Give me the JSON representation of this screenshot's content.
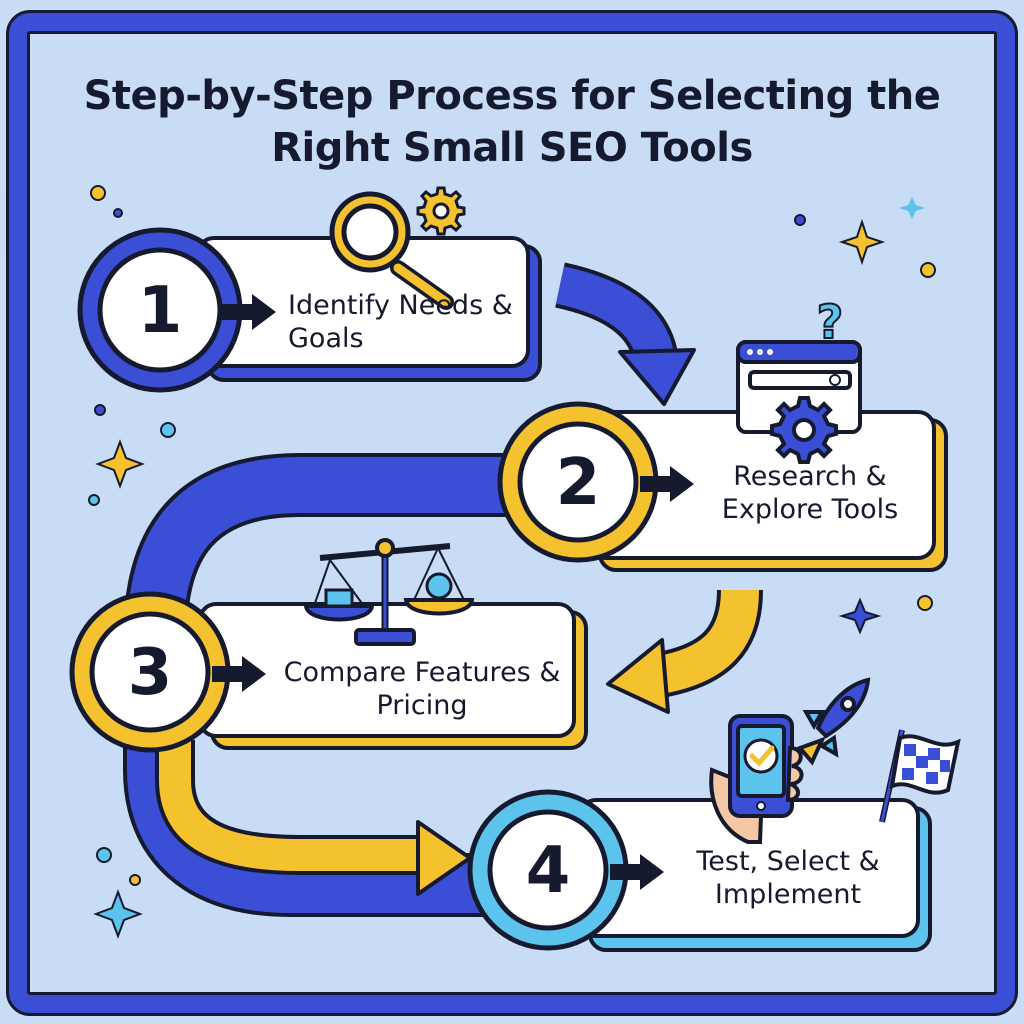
{
  "title": "Step-by-Step Process for Selecting the Right Small SEO Tools",
  "steps": [
    {
      "number": "1",
      "label": "Identify Needs & Goals",
      "color": "#3a4fd6",
      "icon": "magnifier-gear-icon"
    },
    {
      "number": "2",
      "label": "Research & Explore Tools",
      "color": "#f5c22f",
      "icon": "browser-search-gear-icon"
    },
    {
      "number": "3",
      "label": "Compare Features & Pricing",
      "color": "#f5c22f",
      "icon": "balance-scale-icon"
    },
    {
      "number": "4",
      "label": "Test, Select & Implement",
      "color": "#5bc3ec",
      "icon": "phone-check-rocket-flag-icon"
    }
  ],
  "colors": {
    "background": "#c9dcf6",
    "frame": "#3a4fd6",
    "blue": "#3a4fd6",
    "yellow": "#f5c22f",
    "cyan": "#5bc3ec",
    "outline": "#161a2e"
  }
}
